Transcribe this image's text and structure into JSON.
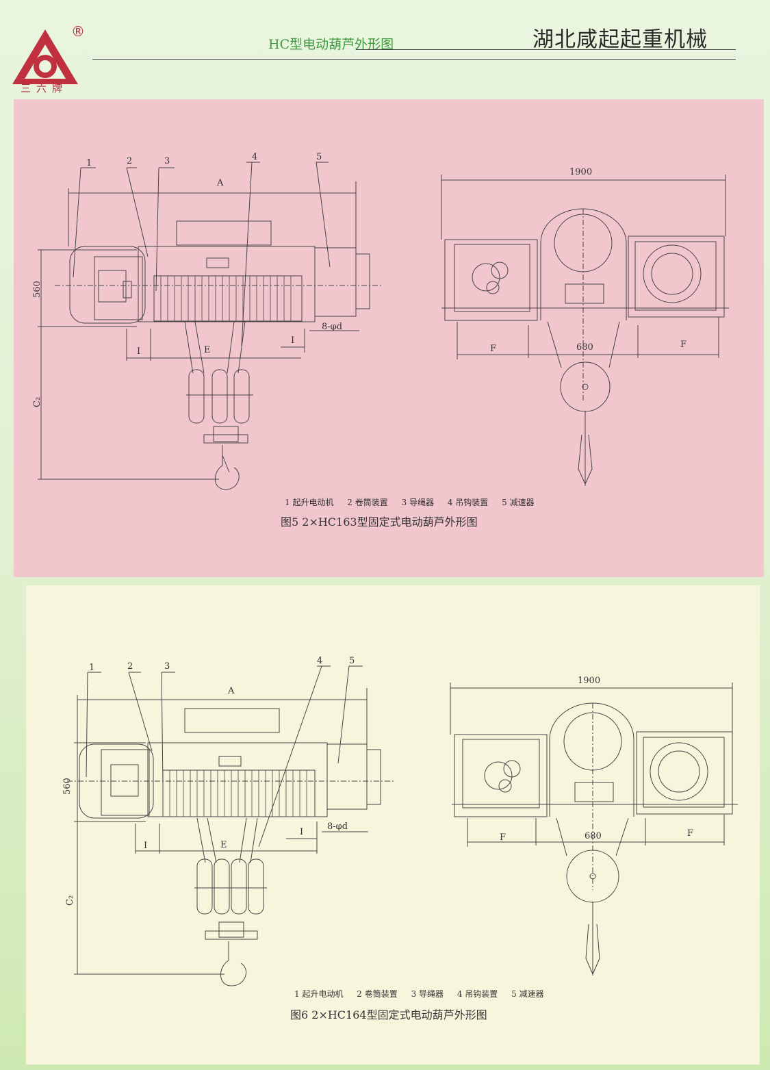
{
  "header": {
    "brand": "三六牌",
    "registered": "®",
    "subtitle": "HC型电动葫芦外形图",
    "company": "湖北咸起起重机械"
  },
  "figures": [
    {
      "caption": "图5  2×HC163型固定式电动葫芦外形图",
      "legend": [
        "1 起升电动机",
        "2 卷筒装置",
        "3 导绳器",
        "4 吊钩装置",
        "5 减速器"
      ],
      "callouts": [
        "1",
        "2",
        "3",
        "4",
        "5"
      ],
      "dims": {
        "overall": "A",
        "height": "560",
        "hook": "C₂",
        "gap": "I",
        "span": "E",
        "holes": "8-φd",
        "width": "1900",
        "side": "F",
        "center": "680"
      }
    },
    {
      "caption": "图6  2×HC164型固定式电动葫芦外形图",
      "legend": [
        "1 起升电动机",
        "2 卷筒装置",
        "3 导绳器",
        "4 吊钩装置",
        "5 减速器"
      ],
      "callouts": [
        "1",
        "2",
        "3",
        "4",
        "5"
      ],
      "dims": {
        "overall": "A",
        "height": "560",
        "hook": "C₂",
        "gap": "I",
        "span": "E",
        "holes": "8-φd",
        "width": "1900",
        "side": "F",
        "center": "680"
      }
    }
  ]
}
